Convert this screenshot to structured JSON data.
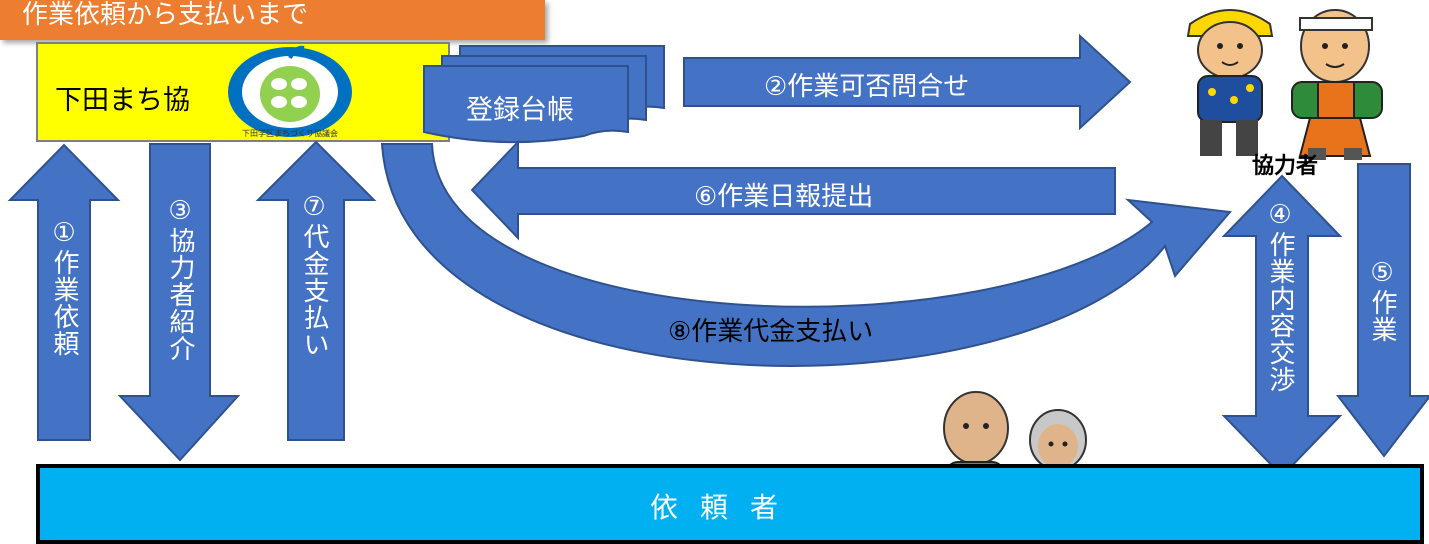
{
  "title_tab": "作業依頼から支払いまで",
  "organization": {
    "name": "下田まち協",
    "logo_caption": "下田学区まちづくり協議会"
  },
  "register": {
    "label": "登録台帳"
  },
  "helpers": {
    "label": "協力者"
  },
  "requester": {
    "label": "依頼者"
  },
  "steps": {
    "s1": "①作業依頼",
    "s2": "②作業可否問合せ",
    "s3": "③協力者紹介",
    "s4": "④作業内容交渉",
    "s5": "⑤作業",
    "s6": "⑥作業日報提出",
    "s7": "⑦代金支払い",
    "s8": "⑧作業代金支払い"
  },
  "colors": {
    "arrow_fill": "#4472c4",
    "arrow_stroke": "#2f528f",
    "org_box": "#ffff00",
    "title_tab": "#ed7d31",
    "requester_bar": "#00b0f0",
    "logo_green": "#92d050"
  },
  "icons": [
    "logo-emblem-icon",
    "worker-helmet-icon",
    "worker-headband-icon",
    "elderly-couple-icon"
  ]
}
